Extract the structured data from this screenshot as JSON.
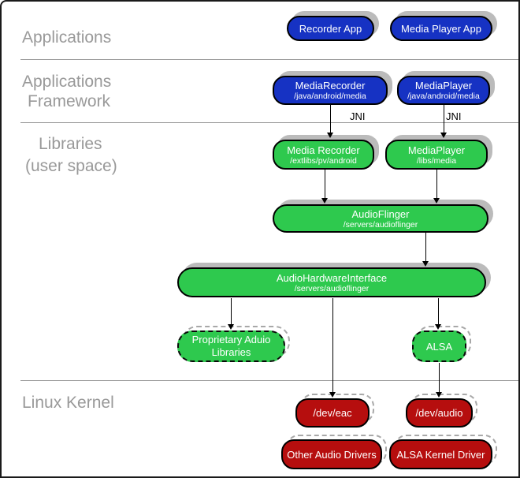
{
  "layers": {
    "applications": "Applications",
    "framework": [
      "Applications",
      "Framework"
    ],
    "libraries": [
      "Libraries",
      "(user space)"
    ],
    "kernel": "Linux Kernel"
  },
  "labels": {
    "jni": "JNI"
  },
  "nodes": {
    "recorder_app": {
      "title": "Recorder App"
    },
    "media_player_app": {
      "title": "Media Player App"
    },
    "media_recorder_fw": {
      "title": "MediaRecorder",
      "path": "/java/android/media"
    },
    "media_player_fw": {
      "title": "MediaPlayer",
      "path": "/java/android/media"
    },
    "media_recorder_lib": {
      "title": "Media Recorder",
      "path": "/extlibs/pv/android"
    },
    "media_player_lib": {
      "title": "MediaPlayer",
      "path": "/libs/media"
    },
    "audio_flinger": {
      "title": "AudioFlinger",
      "path": "/servers/audioflinger"
    },
    "audio_hw_interface": {
      "title": "AudioHardwareInterface",
      "path": "/servers/audioflinger"
    },
    "proprietary_audio": {
      "title": "Proprietary Aduio Libraries"
    },
    "alsa": {
      "title": "ALSA"
    },
    "dev_eac": {
      "title": "/dev/eac"
    },
    "dev_audio": {
      "title": "/dev/audio"
    },
    "other_audio_drivers": {
      "title": "Other Audio Drivers"
    },
    "alsa_kernel_driver": {
      "title": "ALSA Kernel Driver"
    }
  },
  "colors": {
    "framework_blue": "#1632c3",
    "userspace_green": "#2ec94e",
    "kernel_red": "#b60e0e",
    "shadow_gray": "#bbbbbb",
    "layer_label_gray": "#999999"
  }
}
